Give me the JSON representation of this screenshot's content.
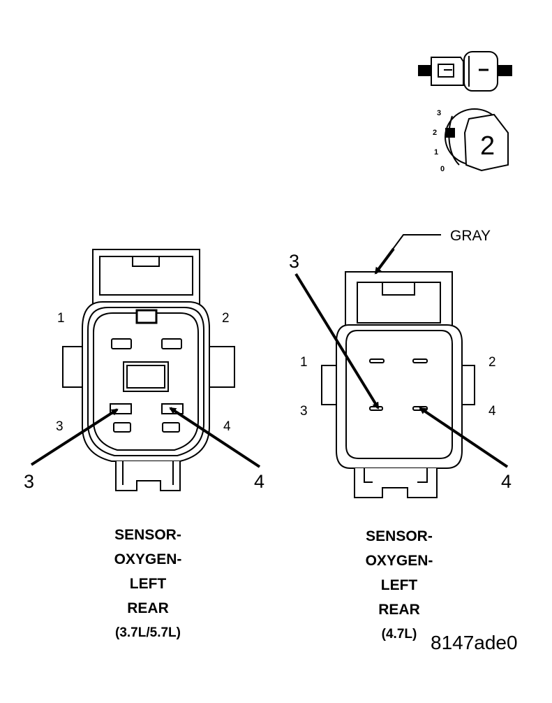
{
  "indicator": {
    "positions": [
      "3",
      "2",
      "1",
      "0"
    ],
    "selected": "2"
  },
  "left_connector": {
    "pins": {
      "p1": "1",
      "p2": "2",
      "p3": "3",
      "p4": "4"
    },
    "callouts": {
      "c3": "3",
      "c4": "4"
    },
    "caption": [
      "SENSOR-",
      "OXYGEN-",
      "LEFT",
      "REAR",
      "(3.7L/5.7L)"
    ]
  },
  "right_connector": {
    "color_label": "GRAY",
    "pins": {
      "p1": "1",
      "p2": "2",
      "p3": "3",
      "p4": "4"
    },
    "callouts": {
      "c3": "3",
      "c4": "4"
    },
    "caption": [
      "SENSOR-",
      "OXYGEN-",
      "LEFT",
      "REAR",
      "(4.7L)"
    ]
  },
  "figure_code": "8147ade0"
}
